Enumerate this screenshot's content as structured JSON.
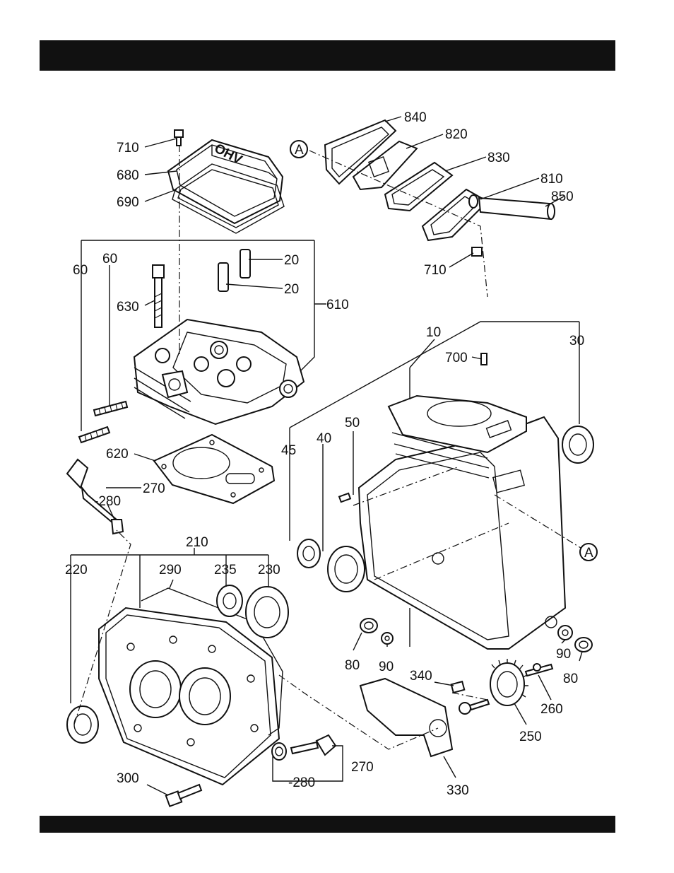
{
  "callouts": {
    "c710a": "710",
    "c680": "680",
    "c690": "690",
    "c60a": "60",
    "c60b": "60",
    "c630": "630",
    "c20a": "20",
    "c20b": "20",
    "c610": "610",
    "c620": "620",
    "c270a": "270",
    "c280a": "-280",
    "c840": "840",
    "c820": "820",
    "c830": "830",
    "c810": "810",
    "c850": "850",
    "c710b": "710",
    "cA1": "A",
    "c10": "10",
    "c700": "700",
    "c30": "30",
    "c50": "50",
    "c40": "40",
    "c45": "45",
    "cA2": "A",
    "c210": "210",
    "c220": "220",
    "c290": "290",
    "c235": "235",
    "c230": "230",
    "c80a": "80",
    "c90a": "90",
    "c90b": "90",
    "c80b": "80",
    "c340": "340",
    "c260": "260",
    "c250": "250",
    "c330": "330",
    "c270b": "270",
    "c280b": "-280",
    "c300": "300"
  },
  "cover_text": "OHV"
}
